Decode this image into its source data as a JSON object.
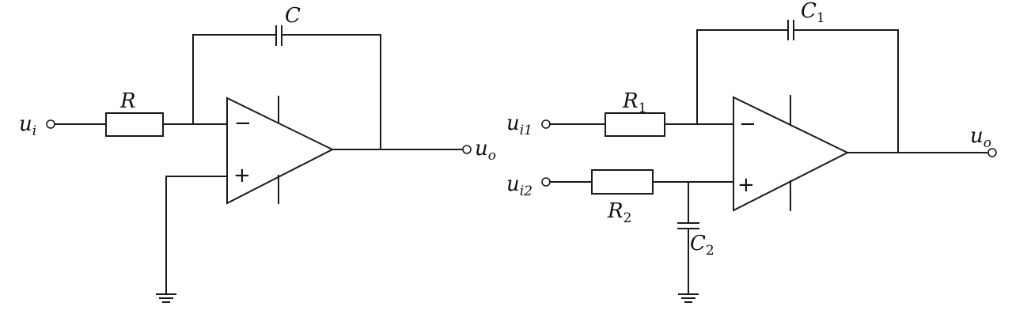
{
  "circuits": [
    {
      "name": "integrator",
      "input_label": {
        "main": "u",
        "sub": "i"
      },
      "output_label": {
        "main": "u",
        "sub": "o"
      },
      "resistor_label": {
        "main": "R",
        "sub": ""
      },
      "capacitor_label": {
        "main": "C",
        "sub": ""
      },
      "minus_sign": "−",
      "plus_sign": "+"
    },
    {
      "name": "differential-integrator",
      "input1_label": {
        "main": "u",
        "sub": "i1"
      },
      "input2_label": {
        "main": "u",
        "sub": "i2"
      },
      "output_label": {
        "main": "u",
        "sub": "o"
      },
      "resistor1_label": {
        "main": "R",
        "sub": "1"
      },
      "resistor2_label": {
        "main": "R",
        "sub": "2"
      },
      "capacitor1_label": {
        "main": "C",
        "sub": "1"
      },
      "capacitor2_label": {
        "main": "C",
        "sub": "2"
      },
      "minus_sign": "−",
      "plus_sign": "+"
    }
  ]
}
